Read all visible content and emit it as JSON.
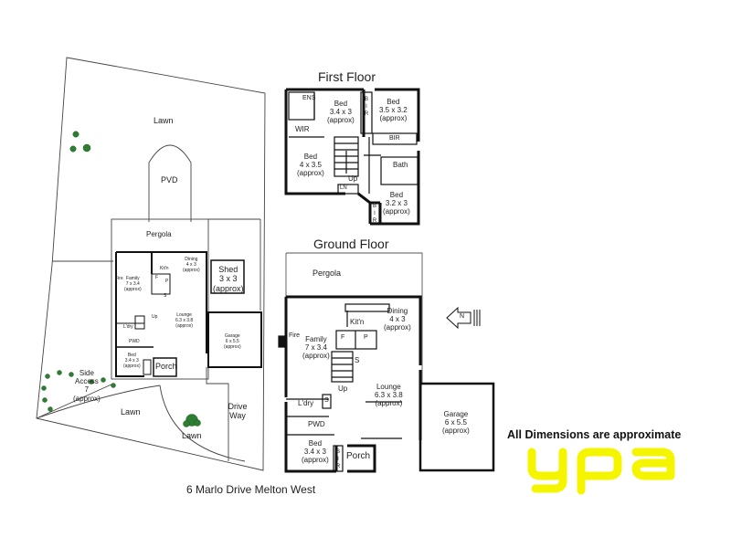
{
  "site": {
    "address": "6 Marlo Drive Melton West",
    "areas": [
      {
        "name": "Lawn"
      },
      {
        "name": "PVD"
      },
      {
        "name": "Pergola"
      },
      {
        "name": "Lawn"
      },
      {
        "name": "Lawn"
      },
      {
        "name": "Drive Way"
      }
    ],
    "side_access": [
      "Side",
      "Access",
      "7",
      "(approx)"
    ],
    "shed": [
      "Shed",
      "3 x 3",
      "(approx)"
    ],
    "mini_rooms": [
      {
        "name": "Dining",
        "dims": "4 x 3",
        "approx": "(approx)"
      },
      {
        "name": "Kit'n"
      },
      {
        "name": "Family",
        "dims": "7 x 3.4",
        "approx": "(approx)"
      },
      {
        "name": "Fire"
      },
      {
        "name": "Lounge",
        "dims": "6.3 x 3.8",
        "approx": "(approx)"
      },
      {
        "name": "Garage",
        "dims": "6 x 5.5",
        "approx": "(approx)"
      },
      {
        "name": "L'dry"
      },
      {
        "name": "PWD"
      },
      {
        "name": "Bed",
        "dims": "3.4 x 3",
        "approx": "(approx)"
      },
      {
        "name": "Porch"
      },
      {
        "name": "Up"
      },
      {
        "name": "F"
      },
      {
        "name": "P"
      },
      {
        "name": "S"
      }
    ]
  },
  "first_floor": {
    "title": "First Floor",
    "rooms": [
      {
        "name": "ENS"
      },
      {
        "name": "Bed",
        "dims": "3.4 x 3",
        "approx": "(approx)"
      },
      {
        "name": "Bed",
        "dims": "3.5 x 3.2",
        "approx": "(approx)"
      },
      {
        "name": "WIR"
      },
      {
        "name": "BIR"
      },
      {
        "name": "Bed",
        "dims": "4 x 3.5",
        "approx": "(approx)"
      },
      {
        "name": "Bath"
      },
      {
        "name": "Up"
      },
      {
        "name": "LN"
      },
      {
        "name": "Bed",
        "dims": "3.2 x 3",
        "approx": "(approx)"
      }
    ],
    "bir_vertical_a": [
      "B",
      "I",
      "R"
    ],
    "bir_vertical_b": [
      "B",
      "I",
      "R"
    ]
  },
  "ground_floor": {
    "title": "Ground Floor",
    "rooms": [
      {
        "name": "Pergola"
      },
      {
        "name": "Dining",
        "dims": "4 x 3",
        "approx": "(approx)"
      },
      {
        "name": "Kit'n"
      },
      {
        "name": "Family",
        "dims": "7 x 3.4",
        "approx": "(approx)"
      },
      {
        "name": "Fire"
      },
      {
        "name": "F"
      },
      {
        "name": "P"
      },
      {
        "name": "S"
      },
      {
        "name": "Up"
      },
      {
        "name": "Lounge",
        "dims": "6.3 x 3.8",
        "approx": "(approx)"
      },
      {
        "name": "Garage",
        "dims": "6 x 5.5",
        "approx": "(approx)"
      },
      {
        "name": "L'dry"
      },
      {
        "name": "S"
      },
      {
        "name": "PWD"
      },
      {
        "name": "Bed",
        "dims": "3.4 x 3",
        "approx": "(approx)"
      },
      {
        "name": "Porch"
      }
    ],
    "bir_vertical": [
      "B",
      "I",
      "R"
    ]
  },
  "compass": {
    "letter": "N"
  },
  "footer": {
    "note": "All Dimensions are approximate",
    "logo_text": "ypa"
  },
  "colors": {
    "wall": "#111111",
    "thin_line": "#555555",
    "logo": "#f5f500",
    "tree": "#2e7d32"
  }
}
